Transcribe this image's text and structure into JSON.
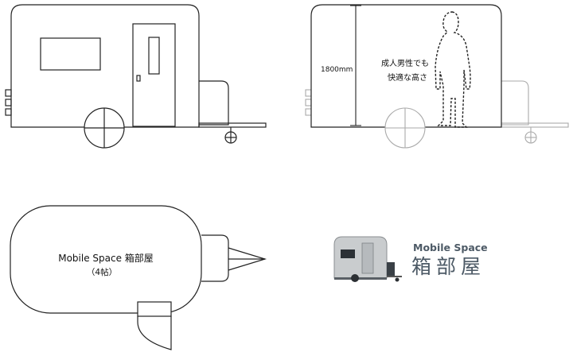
{
  "measure_label": "1800mm",
  "note": {
    "line1": "成人男性でも",
    "line2": "快適な高さ"
  },
  "plan": {
    "title": "Mobile Space 箱部屋",
    "subtitle": "（4帖）"
  },
  "brand": {
    "name_en": "Mobile Space",
    "name_jp": "箱部屋"
  }
}
